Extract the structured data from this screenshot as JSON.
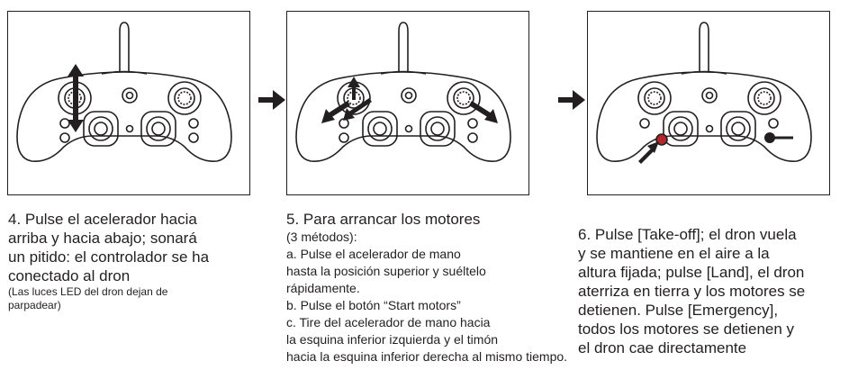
{
  "steps": [
    {
      "main_lines": [
        "4. Pulse el acelerador hacia",
        "arriba y hacia abajo; sonará",
        "un pitido: el controlador se ha",
        "conectado al dron"
      ],
      "note_lines": [
        "(Las luces LED del dron dejan de",
        "parpadear)"
      ]
    },
    {
      "title": "5. Para arrancar los motores",
      "subtitle": "(3 métodos):",
      "method_lines": [
        "a. Pulse el acelerador de mano",
        "hasta la posición superior y suéltelo",
        "rápidamente.",
        "b. Pulse el botón “Start motors”",
        "c. Tire del acelerador de mano hacia",
        "la esquina inferior izquierda y el timón",
        "hacia la esquina inferior derecha al mismo tiempo."
      ]
    },
    {
      "main_lines": [
        "6. Pulse [Take-off]; el dron vuela",
        "y se mantiene en el aire a la",
        "altura fijada; pulse [Land], el dron",
        "aterriza en tierra y los motores se",
        "detienen. Pulse [Emergency],",
        "todos los motores se detienen y",
        "el dron cae directamente"
      ]
    }
  ]
}
